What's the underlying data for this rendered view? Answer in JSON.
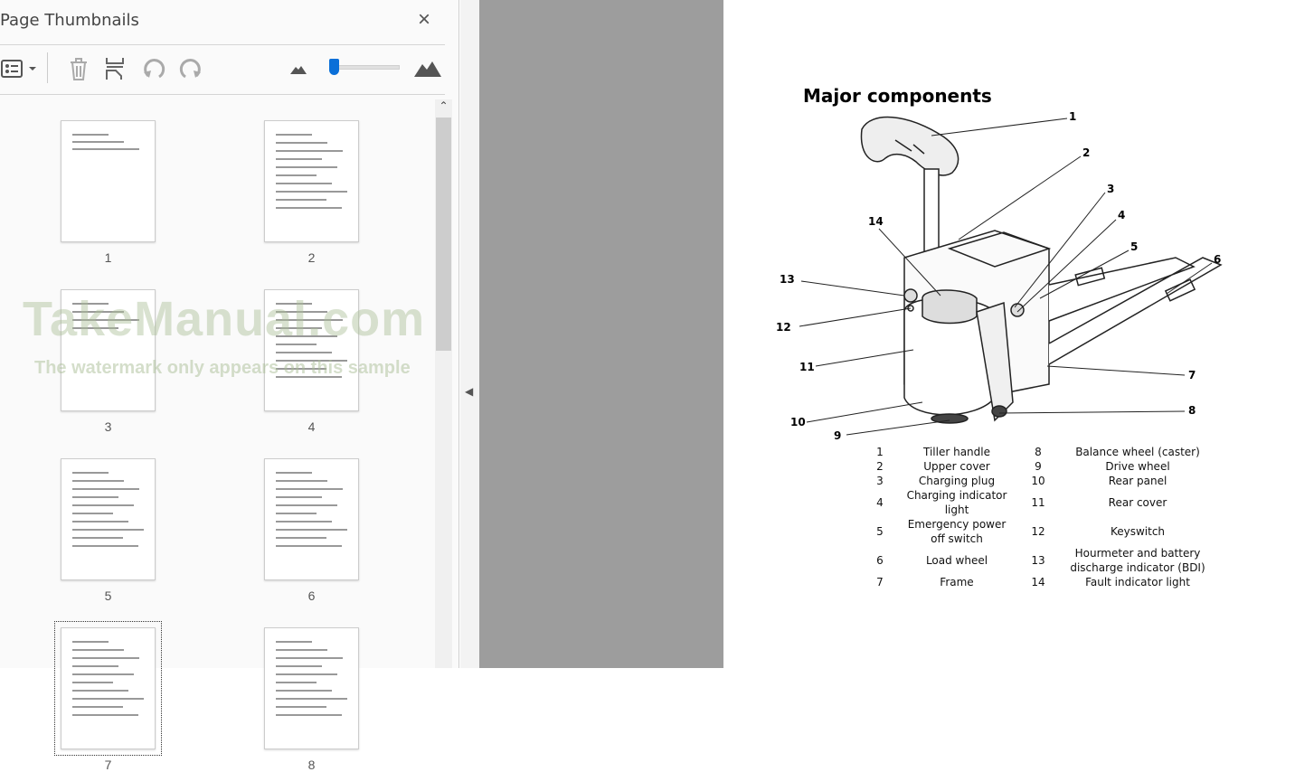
{
  "sidebar": {
    "title": "Page Thumbnails",
    "close": "×",
    "thumbnails": [
      {
        "label": "1"
      },
      {
        "label": "2"
      },
      {
        "label": "3"
      },
      {
        "label": "4"
      },
      {
        "label": "5"
      },
      {
        "label": "6"
      },
      {
        "label": "7"
      },
      {
        "label": "8"
      }
    ],
    "zoom_slider_value": 0.1
  },
  "watermark": {
    "main": "TakeManual.com",
    "sub": "The watermark only appears on this sample"
  },
  "page": {
    "heading": "Major components",
    "callouts": [
      "1",
      "2",
      "3",
      "4",
      "5",
      "6",
      "7",
      "8",
      "9",
      "10",
      "11",
      "12",
      "13",
      "14"
    ],
    "components": [
      {
        "n": "1",
        "name": "Tiller handle",
        "n2": "8",
        "name2": "Balance wheel (caster)"
      },
      {
        "n": "2",
        "name": "Upper cover",
        "n2": "9",
        "name2": "Drive wheel"
      },
      {
        "n": "3",
        "name": "Charging plug",
        "n2": "10",
        "name2": "Rear panel"
      },
      {
        "n": "4",
        "name": "Charging indicator light",
        "n2": "11",
        "name2": "Rear cover"
      },
      {
        "n": "5",
        "name": "Emergency power off switch",
        "n2": "12",
        "name2": "Keyswitch"
      },
      {
        "n": "6",
        "name": "Load wheel",
        "n2": "13",
        "name2": "Hourmeter and battery discharge indicator (BDI)"
      },
      {
        "n": "7",
        "name": "Frame",
        "n2": "14",
        "name2": "Fault indicator light"
      }
    ]
  }
}
